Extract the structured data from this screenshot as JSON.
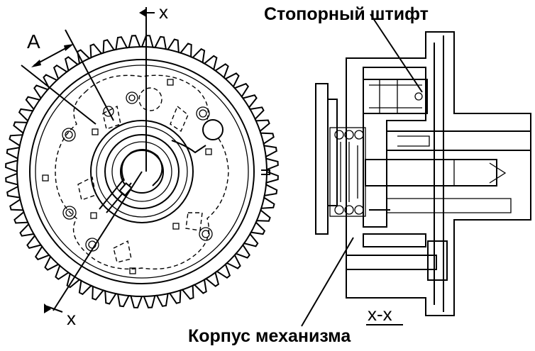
{
  "labels": {
    "stop_pin": "Стопорный штифт",
    "housing": "Корпус механизма",
    "dimension": "A",
    "section_top": "x",
    "section_bottom": "x",
    "section_view": "x-x"
  },
  "icons": {
    "sprocket": "camshaft-adjuster-sprocket-front-view",
    "section": "camshaft-adjuster-cross-section"
  },
  "sprocket": {
    "teeth": 60
  }
}
